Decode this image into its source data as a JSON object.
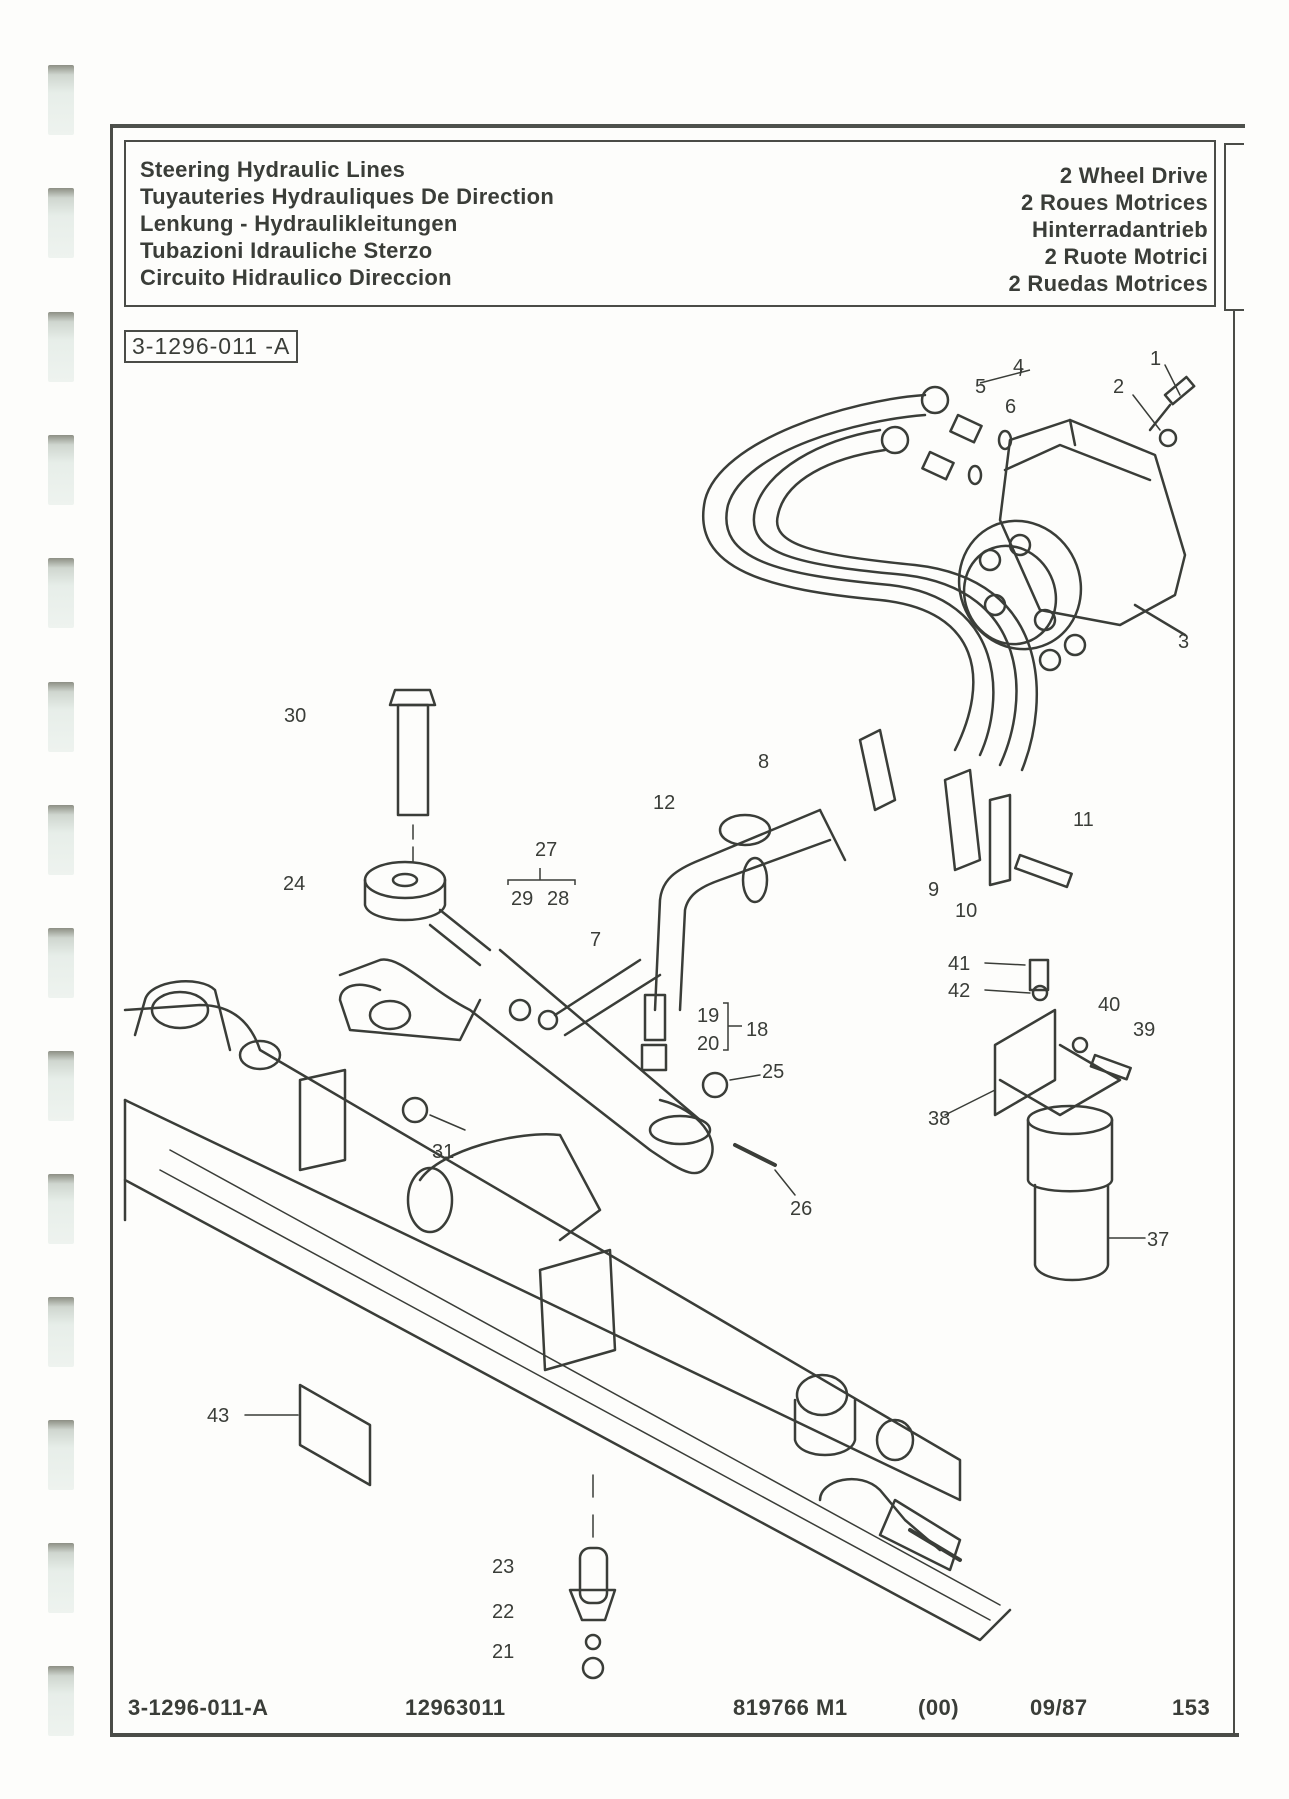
{
  "header": {
    "titles": [
      "Steering Hydraulic Lines",
      "Tuyauteries Hydrauliques De Direction",
      "Lenkung - Hydraulikleitungen",
      "Tubazioni Idrauliche Sterzo",
      "Circuito Hidraulico Direccion"
    ],
    "subtitles": [
      "2 Wheel Drive",
      "2 Roues Motrices",
      "Hinterradantrieb",
      "2 Ruote Motrici",
      "2 Ruedas Motrices"
    ]
  },
  "figure_code": "3-1296-011 -A",
  "callouts": [
    "1",
    "2",
    "3",
    "4",
    "5",
    "6",
    "7",
    "8",
    "9",
    "10",
    "11",
    "12",
    "18",
    "19",
    "20",
    "21",
    "22",
    "23",
    "24",
    "25",
    "26",
    "27",
    "28",
    "29",
    "30",
    "31",
    "37",
    "38",
    "39",
    "40",
    "41",
    "42",
    "43"
  ],
  "footer": {
    "figure_ref": "3-1296-011-A",
    "illustration_no": "12963011",
    "part_no": "819766 M1",
    "revision": "(00)",
    "date": "09/87",
    "page": "153"
  }
}
